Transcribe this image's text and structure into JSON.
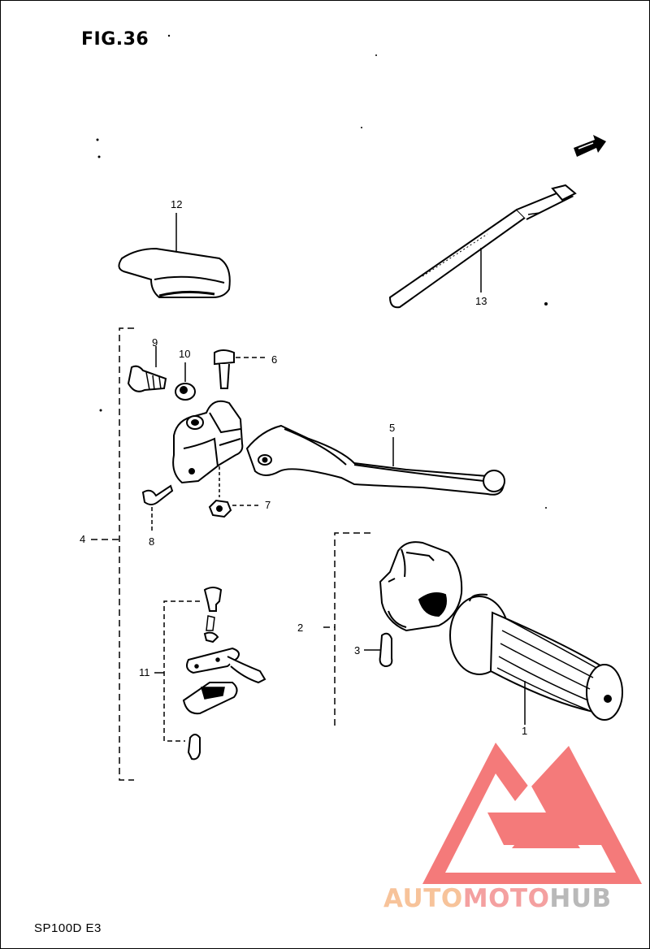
{
  "figure": {
    "title": "FIG.36",
    "model_code": "SP100D E3"
  },
  "callouts": {
    "n1": "1",
    "n2": "2",
    "n3": "3",
    "n4": "4",
    "n5": "5",
    "n6": "6",
    "n7": "7",
    "n8": "8",
    "n9": "9",
    "n10": "10",
    "n11": "11",
    "n12": "12",
    "n13": "13"
  },
  "watermark": {
    "part1": "AUTO",
    "part2": "MOTO",
    "part3": "HUB",
    "colors": {
      "auto": "#f7c39a",
      "moto": "#f4a0a0",
      "hub": "#b9b9b9",
      "logo": "#f47a7a"
    }
  }
}
